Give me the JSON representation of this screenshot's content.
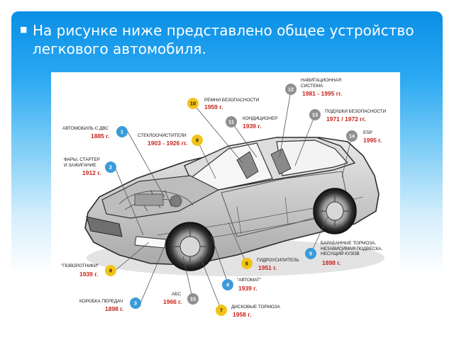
{
  "slide": {
    "bullet_text": "На рисунке ниже представлено общее устройство легкового автомобиля.",
    "bullet_icon": "bullet-icon"
  },
  "diagram": {
    "image_icon": "car-cutaway-image",
    "callouts": [
      {
        "number": "1",
        "label": "АВТОМОБИЛЬ С ДВС",
        "date": "1885 г."
      },
      {
        "number": "2",
        "label": "ФАРЫ, СТАРТЕР\nИ ЗАЖИГАНИЕ",
        "date": "1912 г."
      },
      {
        "number": "3",
        "label": "КОРОБКА ПЕРЕДАЧ",
        "date": "1898 г."
      },
      {
        "number": "4",
        "label": "\"АВТОМАТ\"",
        "date": "1939 г."
      },
      {
        "number": "5",
        "label": "БАРАБАННЫЕ ТОРМОЗА,\nНЕЗАВИСИМАЯ ПОДВЕСКА,\nНЕСУЩИЙ КУЗОВ",
        "date": "1898 г."
      },
      {
        "number": "6",
        "label": "ГИДРОУСИЛИТЕЛЬ",
        "date": "1951 г."
      },
      {
        "number": "7",
        "label": "ДИСКОВЫЕ ТОРМОЗА",
        "date": "1958 г."
      },
      {
        "number": "8",
        "label": "\"ПОВОРОТНИКИ\"",
        "date": "1939 г."
      },
      {
        "number": "9",
        "label": "СТЕКЛООЧИСТИТЕЛИ",
        "date": "1903 - 1926 гг."
      },
      {
        "number": "10",
        "label": "РЕМНИ БЕЗОПАСНОСТИ",
        "date": "1959 г."
      },
      {
        "number": "11",
        "label": "КОНДИЦИОНЕР",
        "date": "1939 г."
      },
      {
        "number": "12",
        "label": "НАВИГАЦИОННАЯ\nСИСТЕМА",
        "date": "1981 - 1995 гг."
      },
      {
        "number": "13",
        "label": "ПОДУШКИ БЕЗОПАСНОСТИ",
        "date": "1971 / 1972 гг."
      },
      {
        "number": "14",
        "label": "ESP",
        "date": "1995 г."
      },
      {
        "number": "15",
        "label": "АБС",
        "date": "1966 г."
      }
    ]
  }
}
